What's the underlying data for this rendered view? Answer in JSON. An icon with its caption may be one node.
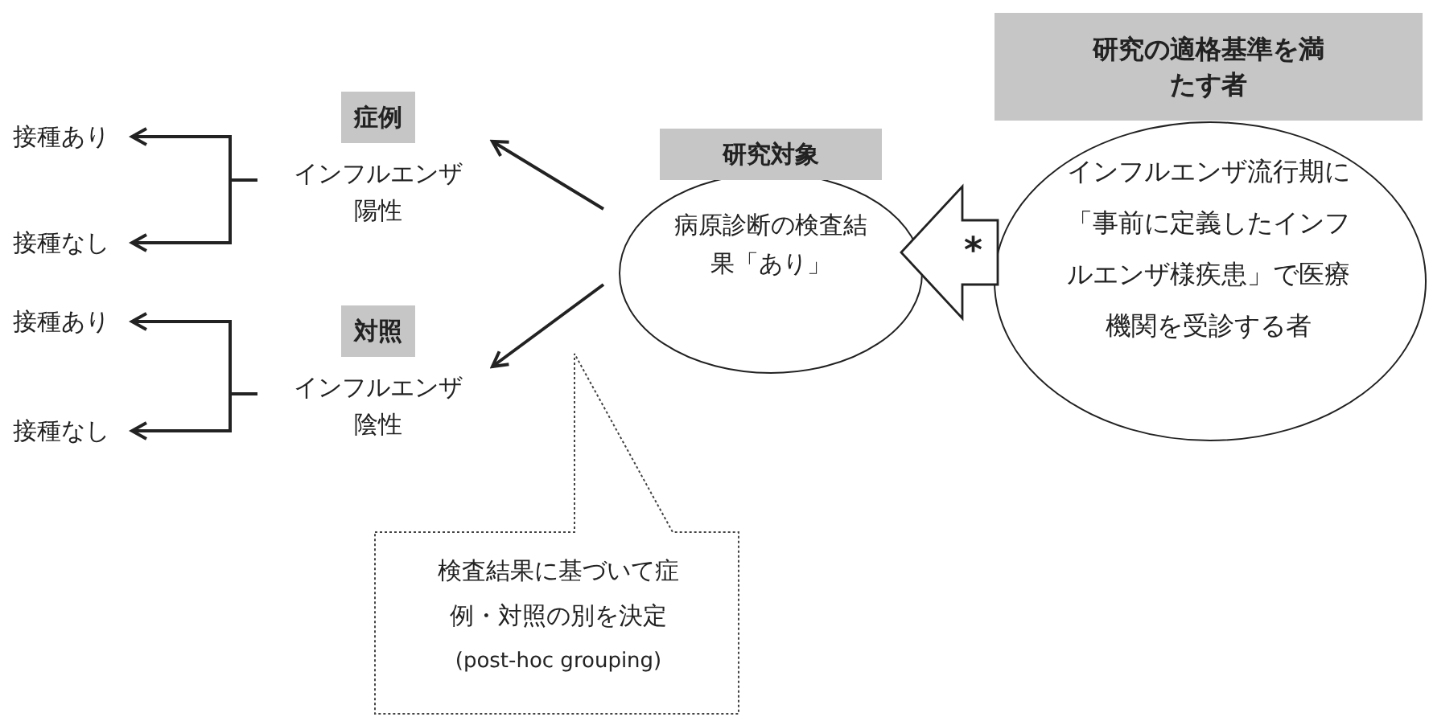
{
  "diagram": {
    "nodes": [
      {
        "text": [
          "症例",
          "インフルエンザ陽性"
        ]
      },
      {
        "text": [
          "対照",
          "インフルエンザ陰性"
        ]
      },
      {
        "text": [
          "研究対象",
          "病原診断の検査結果「あり」"
        ]
      },
      {
        "text": [
          "研究の適格基準を満たす者",
          "インフルエンザ流行期に「事前に定義したインフルエンザ様疾患」で医療機関を受診する者"
        ]
      },
      {
        "text": [
          "接種あり"
        ]
      },
      {
        "text": [
          "接種なし"
        ]
      },
      {
        "text": [
          "接種あり"
        ]
      },
      {
        "text": [
          "接種なし"
        ]
      },
      {
        "text": [
          "検査結果に基づいて症例・対照の別を決定",
          "(post-hoc grouping)"
        ]
      }
    ],
    "edges": [
      {
        "from": 2,
        "to": 0,
        "arrow": "to"
      },
      {
        "from": 2,
        "to": 1,
        "arrow": "to"
      },
      {
        "from": 3,
        "to": 2,
        "arrow": "to",
        "label": "*",
        "style": "thick"
      },
      {
        "from": 0,
        "to": 4,
        "arrow": "to"
      },
      {
        "from": 0,
        "to": 5,
        "arrow": "to"
      },
      {
        "from": 1,
        "to": 6,
        "arrow": "to"
      },
      {
        "from": 1,
        "to": 7,
        "arrow": "to"
      }
    ]
  }
}
